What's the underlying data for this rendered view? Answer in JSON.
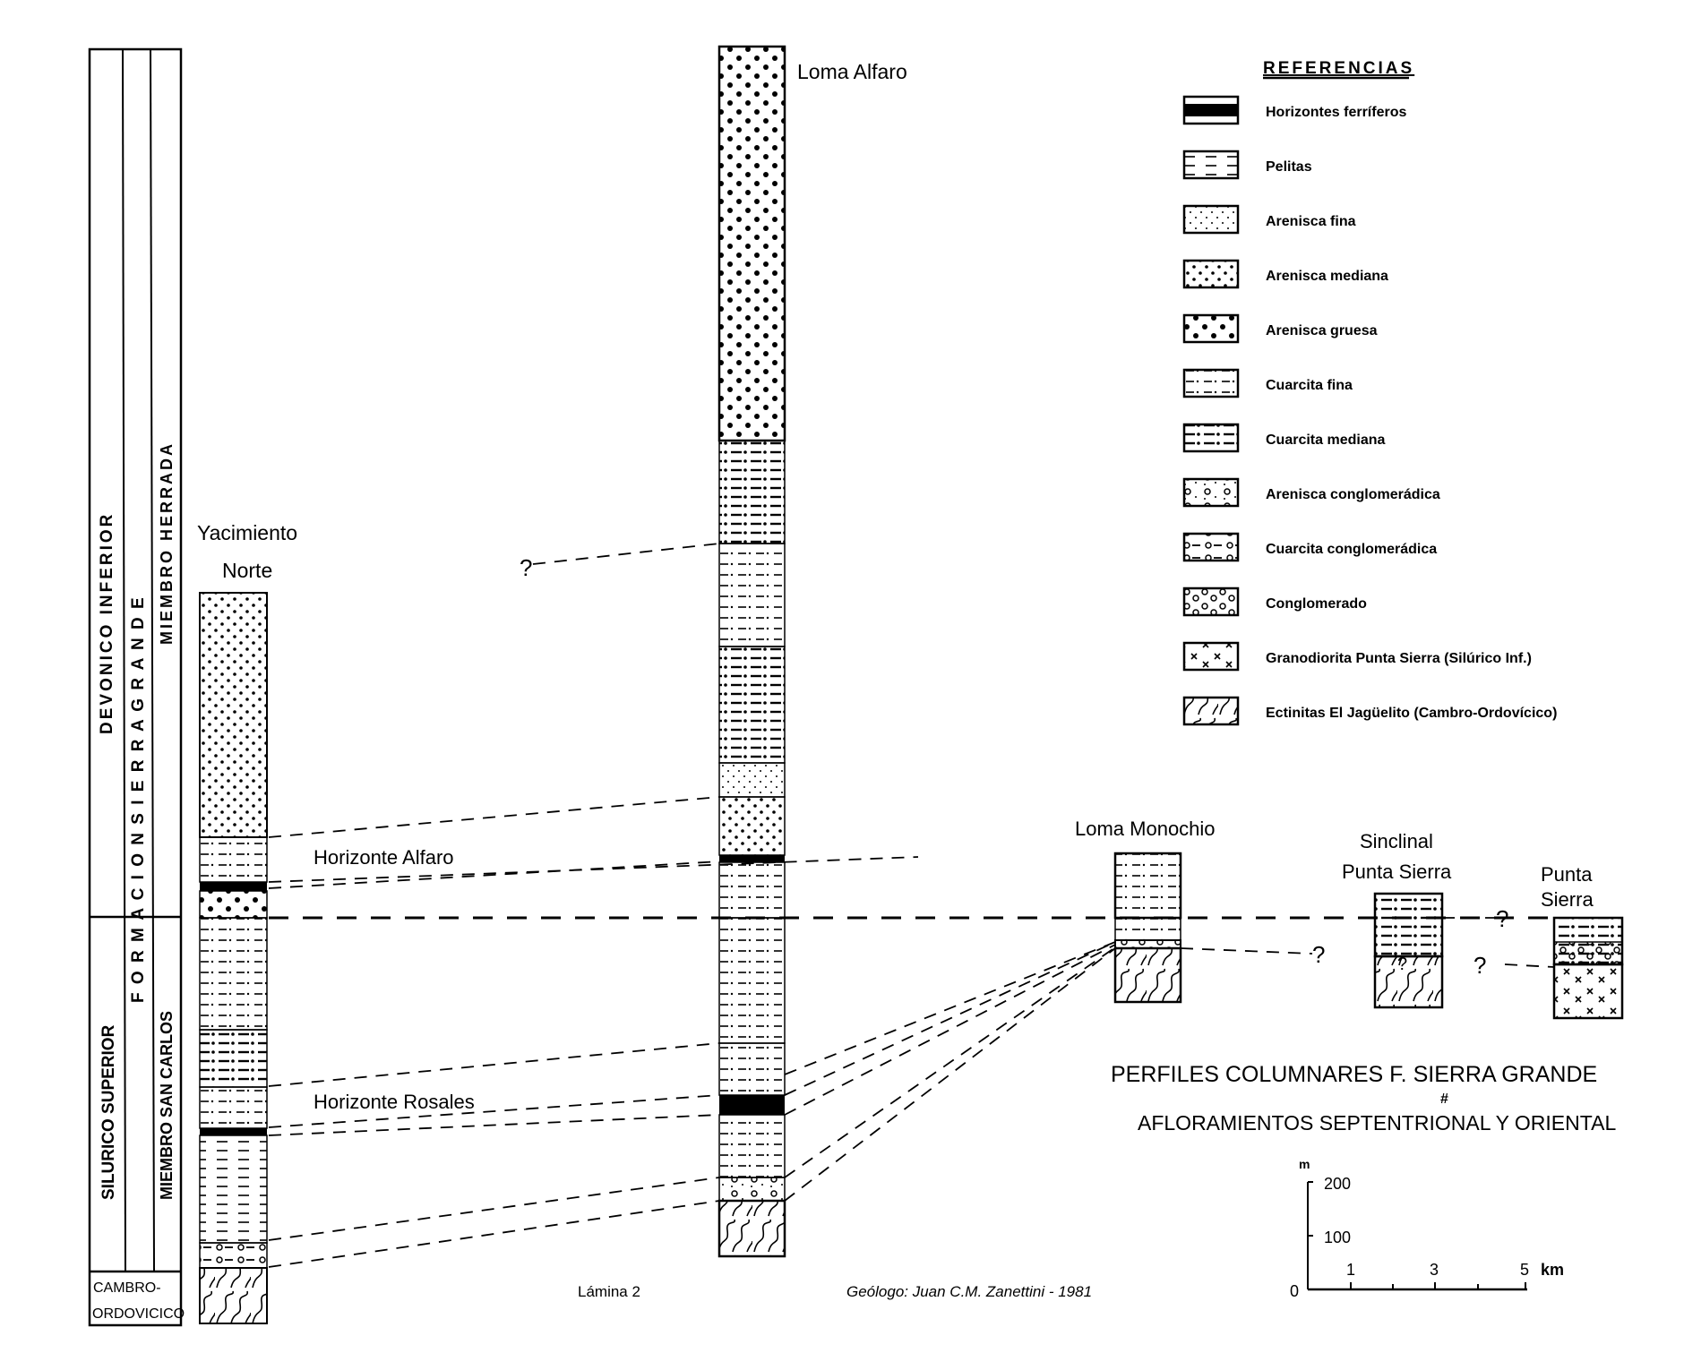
{
  "title": {
    "line1": "PERFILES COLUMNARES F. SIERRA GRANDE",
    "mark": "#",
    "line2": "AFLORAMIENTOS SEPTENTRIONAL Y ORIENTAL"
  },
  "footer": {
    "plate": "Lámina 2",
    "author": "Geólogo: Juan C.M. Zanettini - 1981"
  },
  "stratigraphy": {
    "devonico": "DEVONICO   INFERIOR",
    "silurico": "SILURICO SUPERIOR",
    "formacion": "F  O  R  M  A  C  I  O  N     S  I  E  R  R  A     G  R  A  N  D  E",
    "herrada": "MIEMBRO  HERRADA",
    "san_carlos": "MIEMBRO SAN CARLOS",
    "cambro1": "CAMBRO-",
    "cambro2": "ORDOVICICO"
  },
  "columns": {
    "yacimiento": {
      "name1": "Yacimiento",
      "name2": "Norte"
    },
    "loma_alfaro": {
      "name": "Loma Alfaro"
    },
    "loma_monochio": {
      "name": "Loma Monochio"
    },
    "sinclinal": {
      "name1": "Sinclinal",
      "name2": "Punta Sierra"
    },
    "punta_sierra": {
      "name1": "Punta",
      "name2": "Sierra"
    }
  },
  "horizons": {
    "alfaro": "Horizonte  Alfaro",
    "rosales": "Horizonte  Rosales",
    "question": "?"
  },
  "legend": {
    "title": "REFERENCIAS",
    "items": [
      {
        "key": "ferriferos",
        "label": "Horizontes  ferríferos"
      },
      {
        "key": "pelitas",
        "label": "Pelitas"
      },
      {
        "key": "arenisca_fina",
        "label": "Arenisca fina"
      },
      {
        "key": "arenisca_mediana",
        "label": "Arenisca mediana"
      },
      {
        "key": "arenisca_gruesa",
        "label": "Arenisca gruesa"
      },
      {
        "key": "cuarcita_fina",
        "label": "Cuarcita  fina"
      },
      {
        "key": "cuarcita_mediana",
        "label": "Cuarcita  mediana"
      },
      {
        "key": "arenisca_conglomeradica",
        "label": "Arenisca  conglomerádica"
      },
      {
        "key": "cuarcita_conglomeradica",
        "label": "Cuarcita  conglomerádica"
      },
      {
        "key": "conglomerado",
        "label": "Conglomerado"
      },
      {
        "key": "granodiorita",
        "label": "Granodiorita  Punta Sierra  (Silúrico Inf.)"
      },
      {
        "key": "ectinitas",
        "label": "Ectinitas  El  Jagüelito  (Cambro-Ordovícico)"
      }
    ]
  },
  "scale": {
    "unit_v": "m",
    "v_ticks": [
      "0",
      "100",
      "200"
    ],
    "h_ticks": [
      "1",
      "3",
      "5"
    ],
    "unit_h": "km"
  }
}
